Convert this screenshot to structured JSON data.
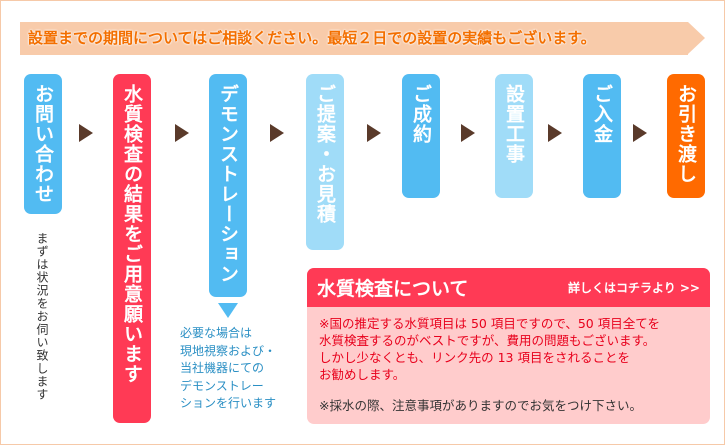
{
  "banner": "設置までの期間についてはご相談ください。最短２日での設置の実績もございます。",
  "steps": [
    {
      "label": "お問い合わせ",
      "note": "まずは状況をお伺い致します"
    },
    {
      "label": "水質検査の結果をご用意願います"
    },
    {
      "label": "デモンストレーション",
      "note": "必要な場合は\n現地視察および・\n当社機器にての\nデモンストレー\nションを行います"
    },
    {
      "label": "ご提案・お見積"
    },
    {
      "label": "ご成約"
    },
    {
      "label": "設置工事"
    },
    {
      "label": "ご入金"
    },
    {
      "label": "お引き渡し"
    }
  ],
  "info": {
    "title": "水質検査について",
    "link": "詳しくはコチラより >>",
    "body": "※国の推定する水質項目は 50 項目ですので、50 項目全てを\n水質検査するのがベストですが、費用の問題もございます。\nしかし少なくとも、リンク先の 13 項目をされることを\nお勧めします。",
    "footnote": "※採水の際、注意事項がありますのでお気をつけ下さい。"
  },
  "colors": {
    "blue": "#52bbf2",
    "light_blue": "#a0dcf8",
    "red": "#ff3a55",
    "orange": "#ff6a00",
    "banner": "#f8cbaa"
  }
}
